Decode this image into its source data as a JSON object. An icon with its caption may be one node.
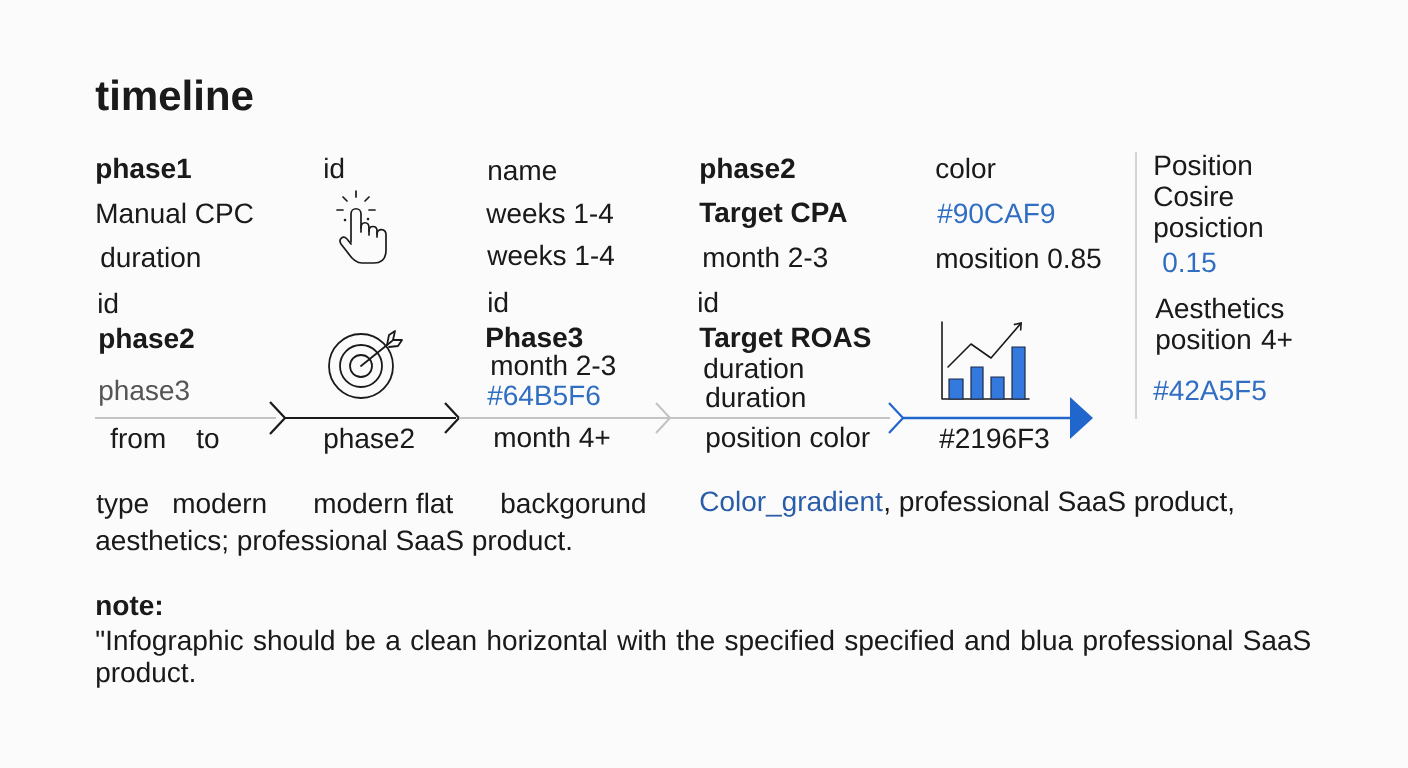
{
  "diagram": {
    "title": "timeline",
    "labels": [
      "phase1",
      "id",
      "name",
      "phase2",
      "color",
      "Position Cosire posiction",
      "Manual CPC",
      "weeks 1-4",
      "Target CPA",
      "#90CAF9",
      "duration",
      "weeks 1-4",
      "month 2-3",
      "mosition 0.85",
      "0.15",
      "id",
      "id",
      "id",
      "Aesthetics position 4+",
      "phase2",
      "Phase3",
      "Target ROAS",
      "month 2-3",
      "duration",
      "phase3",
      "#64B5F6",
      "duration",
      "#42A5F5",
      "from",
      "to",
      "phase2",
      "month 4+",
      "position color",
      "#2196F3",
      "type",
      "modern",
      "modern flat",
      "backgorund",
      "Color_gradient",
      ", professional SaaS product,",
      "aesthetics; professional SaaS product.",
      "note:",
      "\"Infographic should be a clean horizontal with the specified specified and blua professional SaaS product."
    ]
  }
}
